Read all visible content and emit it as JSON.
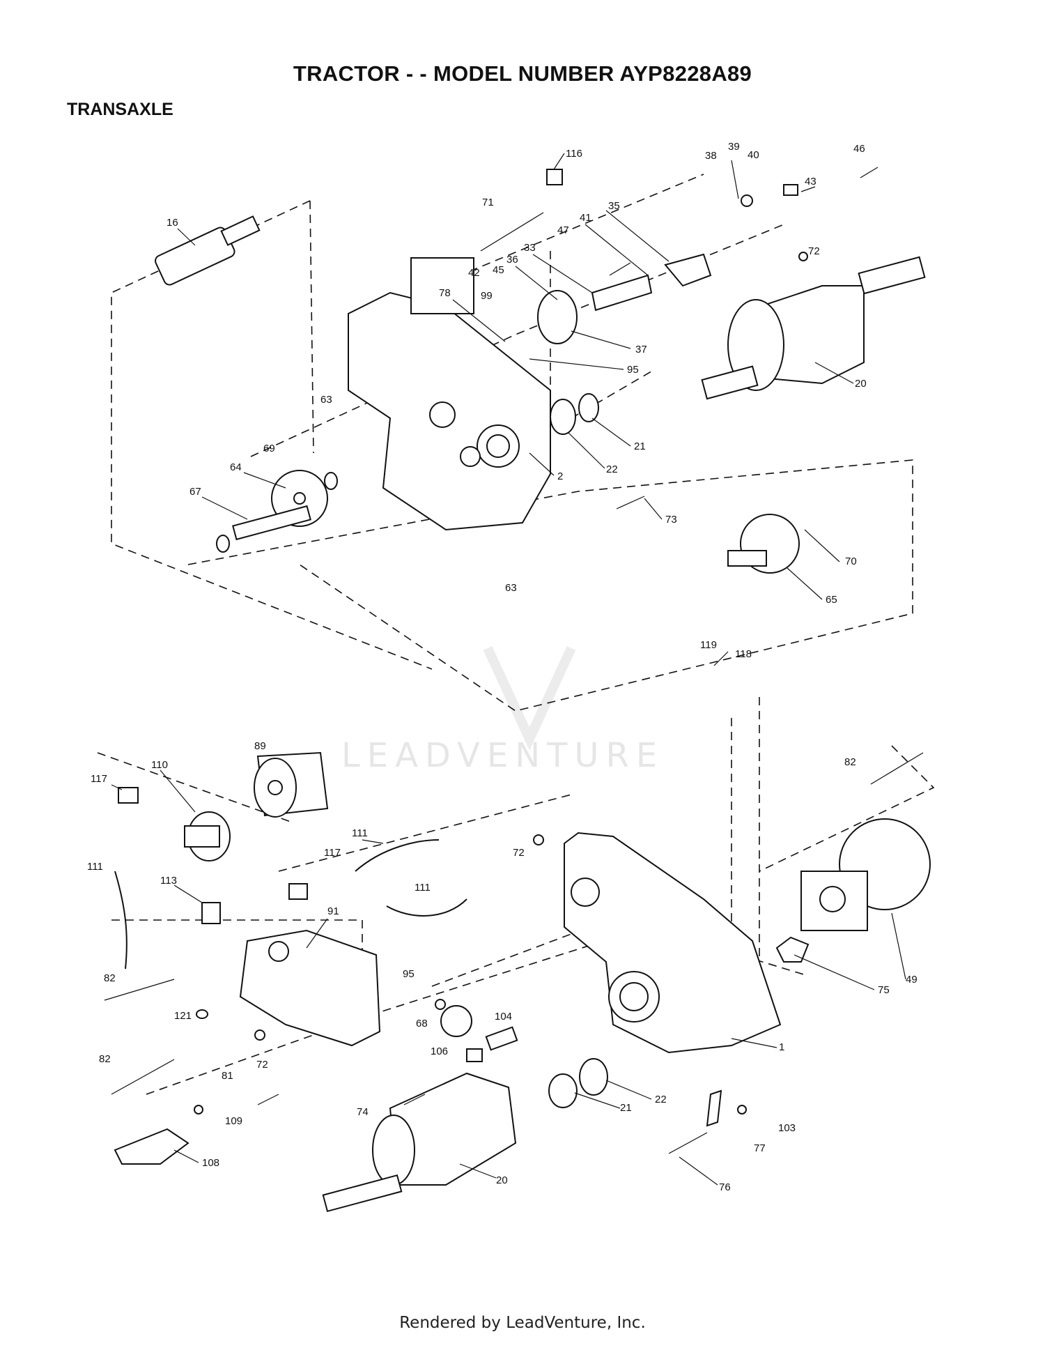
{
  "header": {
    "title": "TRACTOR - - MODEL NUMBER AYP8228A89",
    "section": "TRANSAXLE"
  },
  "watermark": {
    "text": "LEADVENTURE"
  },
  "footer": {
    "rendered_by": "Rendered by LeadVenture, Inc."
  },
  "callouts": [
    "116",
    "71",
    "38",
    "39",
    "40",
    "46",
    "43",
    "35",
    "41",
    "47",
    "16",
    "33",
    "36",
    "72",
    "42",
    "45",
    "78",
    "99",
    "37",
    "95",
    "20",
    "63",
    "21",
    "69",
    "22",
    "2",
    "64",
    "67",
    "73",
    "70",
    "63",
    "65",
    "119",
    "118",
    "89",
    "110",
    "117",
    "82",
    "111",
    "72",
    "117",
    "111",
    "113",
    "91",
    "111",
    "82",
    "95",
    "121",
    "68",
    "104",
    "106",
    "75",
    "49",
    "22",
    "1",
    "72",
    "82",
    "81",
    "21",
    "74",
    "109",
    "77",
    "103",
    "108",
    "20",
    "76"
  ]
}
